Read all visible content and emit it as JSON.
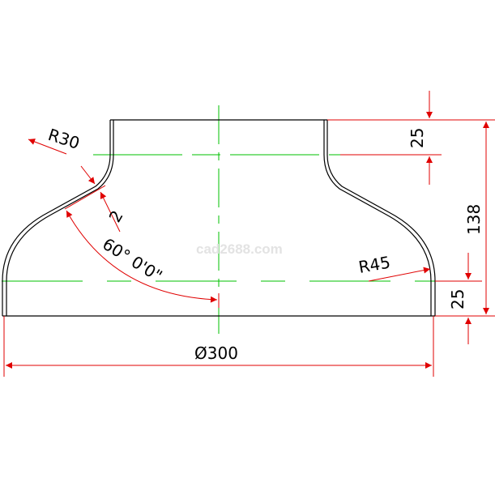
{
  "drawing": {
    "watermark": "cad2688.com",
    "dimensions": {
      "top_height": "25",
      "total_height": "138",
      "bottom_height": "25",
      "diameter": "Ø300",
      "radius_top": "R30",
      "radius_bottom": "R45",
      "thickness": "2",
      "angle": "60° 0'0\""
    },
    "colors": {
      "outline": "#000000",
      "centerline": "#00c000",
      "dimension": "#e00000"
    }
  }
}
